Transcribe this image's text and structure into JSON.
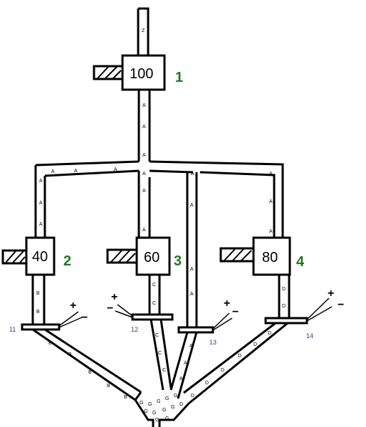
{
  "boxes": [
    {
      "id": "box-1",
      "value": "100",
      "stage": "1"
    },
    {
      "id": "box-2",
      "value": "40",
      "stage": "2"
    },
    {
      "id": "box-3",
      "value": "60",
      "stage": "3"
    },
    {
      "id": "box-4",
      "value": "80",
      "stage": "4"
    }
  ],
  "plates": [
    "11",
    "12",
    "13",
    "14"
  ],
  "signs": {
    "plus": "+",
    "minus": "−"
  },
  "flow_letters": {
    "a": "A",
    "b": "B",
    "c": "C",
    "d": "D",
    "g": "G",
    "z": "Z"
  },
  "colors": {
    "stage": "#1e7a1e",
    "plate": "#5b2a86",
    "line": "#000000"
  }
}
